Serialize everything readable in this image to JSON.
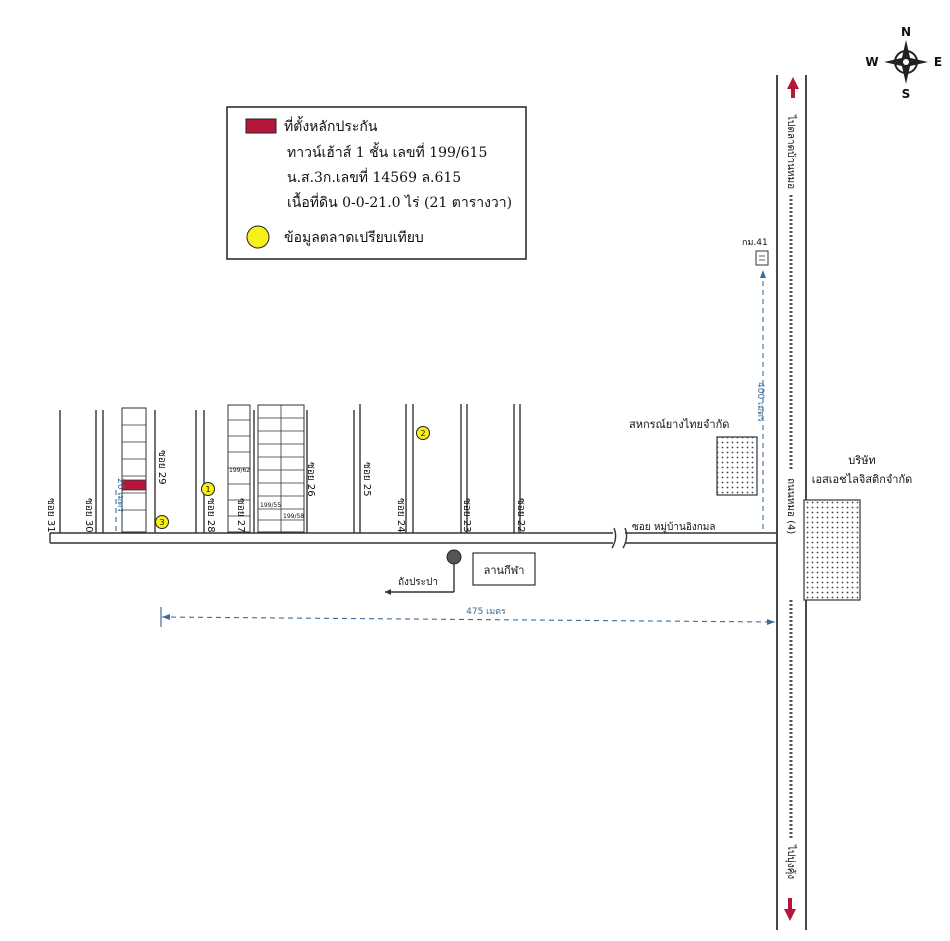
{
  "compass": {
    "n": "N",
    "s": "S",
    "e": "E",
    "w": "W"
  },
  "legend": {
    "collateral_label": "ที่ตั้งหลักประกัน",
    "line1": "ทาวน์เฮ้าส์ 1 ชั้น เลขที่ 199/615",
    "line2": "น.ส.3ก.เลขที่ 14569 ล.615",
    "line3": "เนื้อที่ดิน 0-0-21.0 ไร่ (21 ตารางวา)",
    "comparable_label": "ข้อมูลตลาดเปรียบเทียบ",
    "collateral_color": "#b5173a",
    "comparable_color": "#f7f019"
  },
  "roads": {
    "main_road_north": "ไปตลาดบ้านหมอ",
    "main_road_south": "ไปบุ่งคุ้ง",
    "main_road_name": "ถนนหมอ (4)",
    "village_soi": "ซอย หมู่บ้านอิงกมล",
    "sois": [
      "ซอย 31",
      "ซอย 30",
      "ซอย 29",
      "ซอย 28",
      "ซอย 27",
      "ซอย 26",
      "ซอย 25",
      "ซอย 24",
      "ซอย 23",
      "ซอย 22"
    ]
  },
  "landmarks": {
    "km_marker": "กม.41",
    "cooperative": "สหกรณ์ยางไทยจำกัด",
    "company_line1": "บริษัท",
    "company_line2": "เอสเอชไลจิสติกจำกัด",
    "sports_field": "ลานกีฬา",
    "water_tank": "ถังประปา"
  },
  "comparables": [
    "1",
    "2",
    "3"
  ],
  "distances": {
    "to_km_marker": "400 เมตร",
    "to_main_road": "475 เมตร",
    "soi_width": "26 เมตร"
  },
  "house_labels": [
    "199/62",
    "199/55",
    "199/58"
  ],
  "colors": {
    "line": "#333333",
    "dimension": "#3a6d9b",
    "arrow": "#b5173a"
  }
}
